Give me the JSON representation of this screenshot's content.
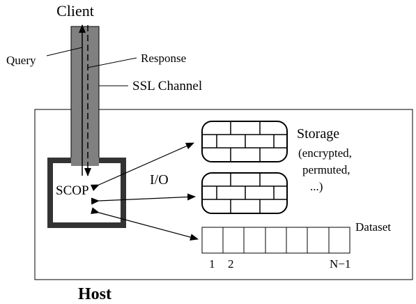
{
  "labels": {
    "client": "Client",
    "query": "Query",
    "response": "Response",
    "ssl_channel": "SSL Channel",
    "scop": "SCOP",
    "io": "I/O",
    "storage_title": "Storage",
    "storage_note_1": "(encrypted,",
    "storage_note_2": "permuted,",
    "storage_note_3": "...)",
    "dataset": "Dataset",
    "index_1": "1",
    "index_2": "2",
    "index_last": "N−1",
    "host": "Host"
  },
  "colors": {
    "channel": "#808080",
    "scop_border": "#333333",
    "stroke": "#000000"
  }
}
